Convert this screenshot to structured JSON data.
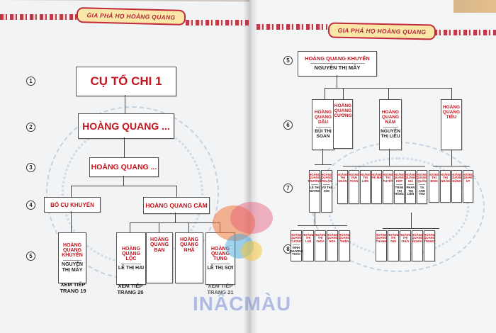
{
  "header": {
    "left_title": "GIA PHẢ HỌ HOÀNG QUANG",
    "right_title": "GIA PHẢ HỌ HOÀNG QUANG"
  },
  "generations": [
    "1",
    "2",
    "3",
    "4",
    "5",
    "5",
    "6",
    "7",
    "8"
  ],
  "left": {
    "b1": "CỤ TỔ CHI 1",
    "b2": "HOÀNG QUANG ...",
    "b3": "HOÀNG QUANG ...",
    "b4a": "BỐ CỤ KHUYẾN",
    "b4b": "HOÀNG QUANG CẦM",
    "k": {
      "name": "HOÀNG QUANG KHUYẾN",
      "spouse": "NGUYỄN THỊ MÂY"
    },
    "loc": {
      "name": "HOÀNG QUANG LỘC",
      "spouse": "LÊ THỊ HAI"
    },
    "ban": {
      "name": "HOÀNG QUANG BAN"
    },
    "nha": {
      "name": "HOÀNG QUANG NHÃ"
    },
    "tung": {
      "name": "HOÀNG QUANG TỤNG",
      "spouse": "LÊ THỊ SỢI"
    },
    "notes": [
      "XEM TIẾP TRANG 19",
      "XEM TIẾP TRANG 20",
      "XEM TIẾP TRANG 21"
    ]
  },
  "right": {
    "top": {
      "name": "HOÀNG QUANG KHUYẾN",
      "spouse": "NGUYỄN THỊ MÂY"
    },
    "dau": {
      "name": "HOÀNG QUANG DẬU",
      "spouse": "BÙI THỊ SOAN"
    },
    "cuong": {
      "name": "HOÀNG QUANG CƯỜNG"
    },
    "nam": {
      "name": "HOÀNG QUANG NĂM",
      "spouse": "NGUYỄN THỊ LIỄU"
    },
    "tieu": {
      "name": "HOÀNG QUANG TIỀU"
    },
    "g7a": [
      {
        "name": "HOÀNG QUANG TRƯỜNG",
        "spouse": "LÊ THỊ HƯƠNG"
      },
      {
        "name": "HOÀNG QUANG THUẬN",
        "spouse": "VŨ THỊ KIM"
      }
    ],
    "g7b": [
      {
        "name": "HOÀNG THỊ NHÀN"
      },
      {
        "name": "HOÀNG VĂN TOÀN"
      },
      {
        "name": "HOÀNG THỊ LIÊN"
      },
      {
        "name": "HOÀNG THỊ MAI"
      },
      {
        "name": "HOÀNG THỊ TUYẾT"
      },
      {
        "name": "HOÀNG QUANG HỢP",
        "spouse": "TRẦN THỊ HỒNG"
      },
      {
        "name": "HOÀNG QUANG GIÁ",
        "spouse": "PHAN THỊ LIÊN"
      },
      {
        "name": "HOÀNG QUANG QUÂN",
        "spouse": "TẠ ANH THƯ"
      }
    ],
    "g7c": [
      {
        "name": "HOÀNG THỊ BÌNH"
      },
      {
        "name": "HOÀNG THỊ NHÂM"
      },
      {
        "name": "HOÀNG QUANG DŨNG"
      },
      {
        "name": "HOÀNG QUANG ÚT"
      }
    ],
    "g8a": [
      {
        "name": "HOÀNG QUANG CƯƠNG",
        "spouse": "ĐINH PHƯƠNG THẢO"
      },
      {
        "name": "HOÀNG THỊ LAN"
      },
      {
        "name": "HOÀNG THỊ THOA"
      },
      {
        "name": "HOÀNG QUANG HOA"
      },
      {
        "name": "HOÀNG QUANG THIỆN"
      }
    ],
    "g8b": [
      {
        "name": "HOÀNG QUANG THÀNH"
      },
      {
        "name": "HOÀNG THỊ THU"
      },
      {
        "name": "HOÀNG THỊ THỦY"
      },
      {
        "name": "HOÀNG QUANG NGHĨA"
      },
      {
        "name": "HOÀNG QUANG TRUNG"
      }
    ]
  },
  "watermark": "INẤCMÀU"
}
